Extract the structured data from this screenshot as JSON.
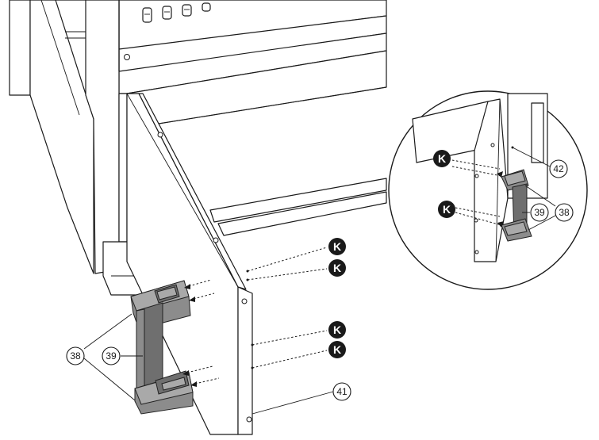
{
  "callouts": {
    "handle_bracket": "38",
    "handle_bar": "39",
    "side_panel": "41",
    "inset_panel": "42"
  },
  "fastener": {
    "label": "K"
  },
  "colors": {
    "line": "#1a1a1a",
    "handle_dark": "#6f6f6f",
    "handle_mid": "#8c8c8c",
    "handle_light": "#a9a9a9",
    "background": "#ffffff"
  }
}
